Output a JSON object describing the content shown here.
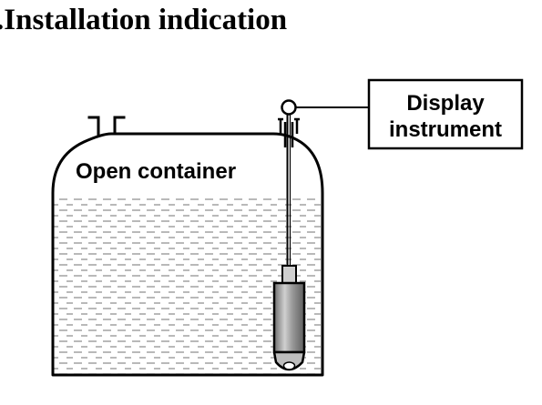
{
  "title": ".Installation indication",
  "diagram": {
    "container_label": "Open container",
    "display_label_line1": "Display",
    "display_label_line2": "instrument"
  },
  "colors": {
    "outline": "#000000",
    "liquid_dash": "#8a8a8a",
    "sensor_fill": "#9a9a9a",
    "sensor_highlight": "#d6d6d6",
    "sensor_cap": "#bdbdbd"
  }
}
